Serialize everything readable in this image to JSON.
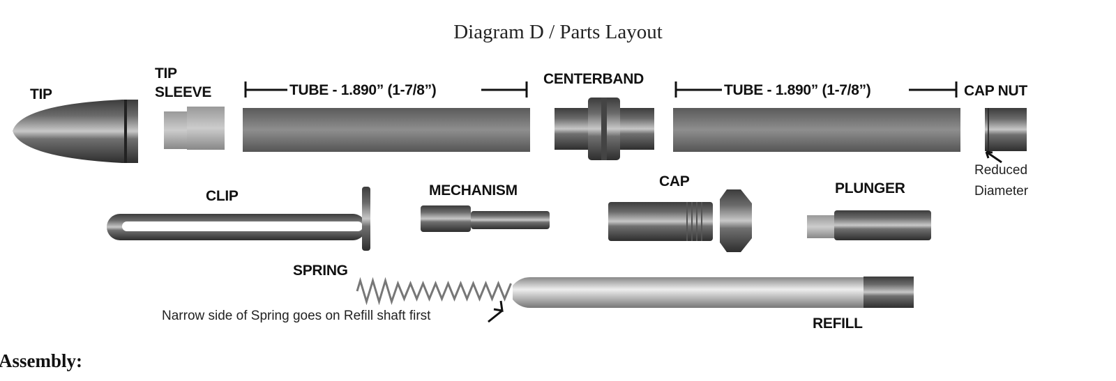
{
  "title": "Diagram D / Parts Layout",
  "labels": {
    "tip": "TIP",
    "tip_sleeve_1": "TIP",
    "tip_sleeve_2": "SLEEVE",
    "tube_left": "TUBE - 1.890” (1-7/8”)",
    "centerband": "CENTERBAND",
    "tube_right": "TUBE - 1.890” (1-7/8”)",
    "cap_nut": "CAP NUT",
    "reduced_1": "Reduced",
    "reduced_2": "Diameter",
    "clip": "CLIP",
    "mechanism": "MECHANISM",
    "cap": "CAP",
    "plunger": "PLUNGER",
    "spring": "SPRING",
    "spring_note": "Narrow side of Spring goes on Refill shaft first",
    "refill": "REFILL"
  },
  "section_heading": "Assembly:"
}
